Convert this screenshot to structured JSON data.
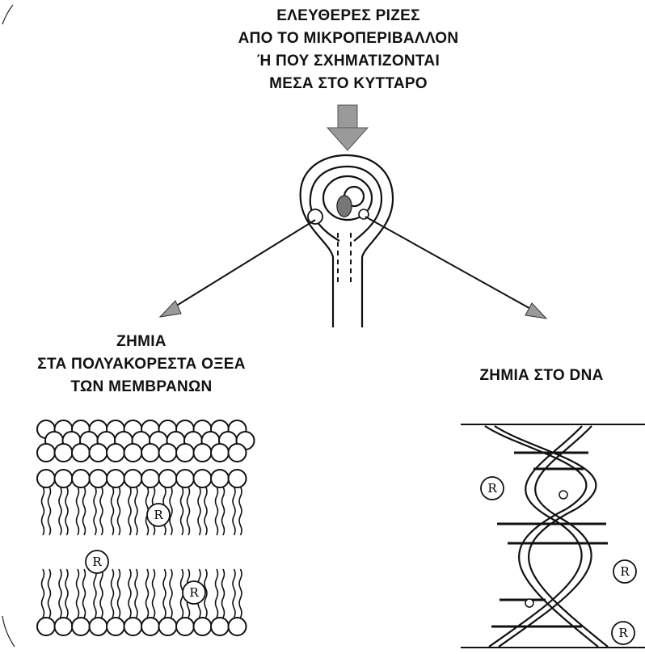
{
  "title_lines": [
    "ΕΛΕΥΘΕΡΕΣ ΡΙΖΕΣ",
    "ΑΠΟ ΤΟ ΜΙΚΡΟΠΕΡΙΒΑΛΛΟΝ",
    "Ή ΠΟΥ ΣΧΗΜΑΤΙΖΟΝΤΑΙ",
    "ΜΕΣΑ ΣΤΟ ΚΥΤΤΑΡΟ"
  ],
  "membrane_label_lines": [
    "ΖΗΜΙΑ",
    "ΣΤΑ ΠΟΛΥΑΚΟΡΕΣΤΑ ΟΞΕΑ",
    "ΤΩΝ ΜΕΜΒΡΑΝΩΝ"
  ],
  "dna_label": "ΖΗΜΙΑ ΣΤΟ DNA",
  "radical_symbol": "R",
  "colors": {
    "ink": "#111111",
    "arrow_fill": "#9a9a9a",
    "nucleus_fill": "#777777"
  }
}
